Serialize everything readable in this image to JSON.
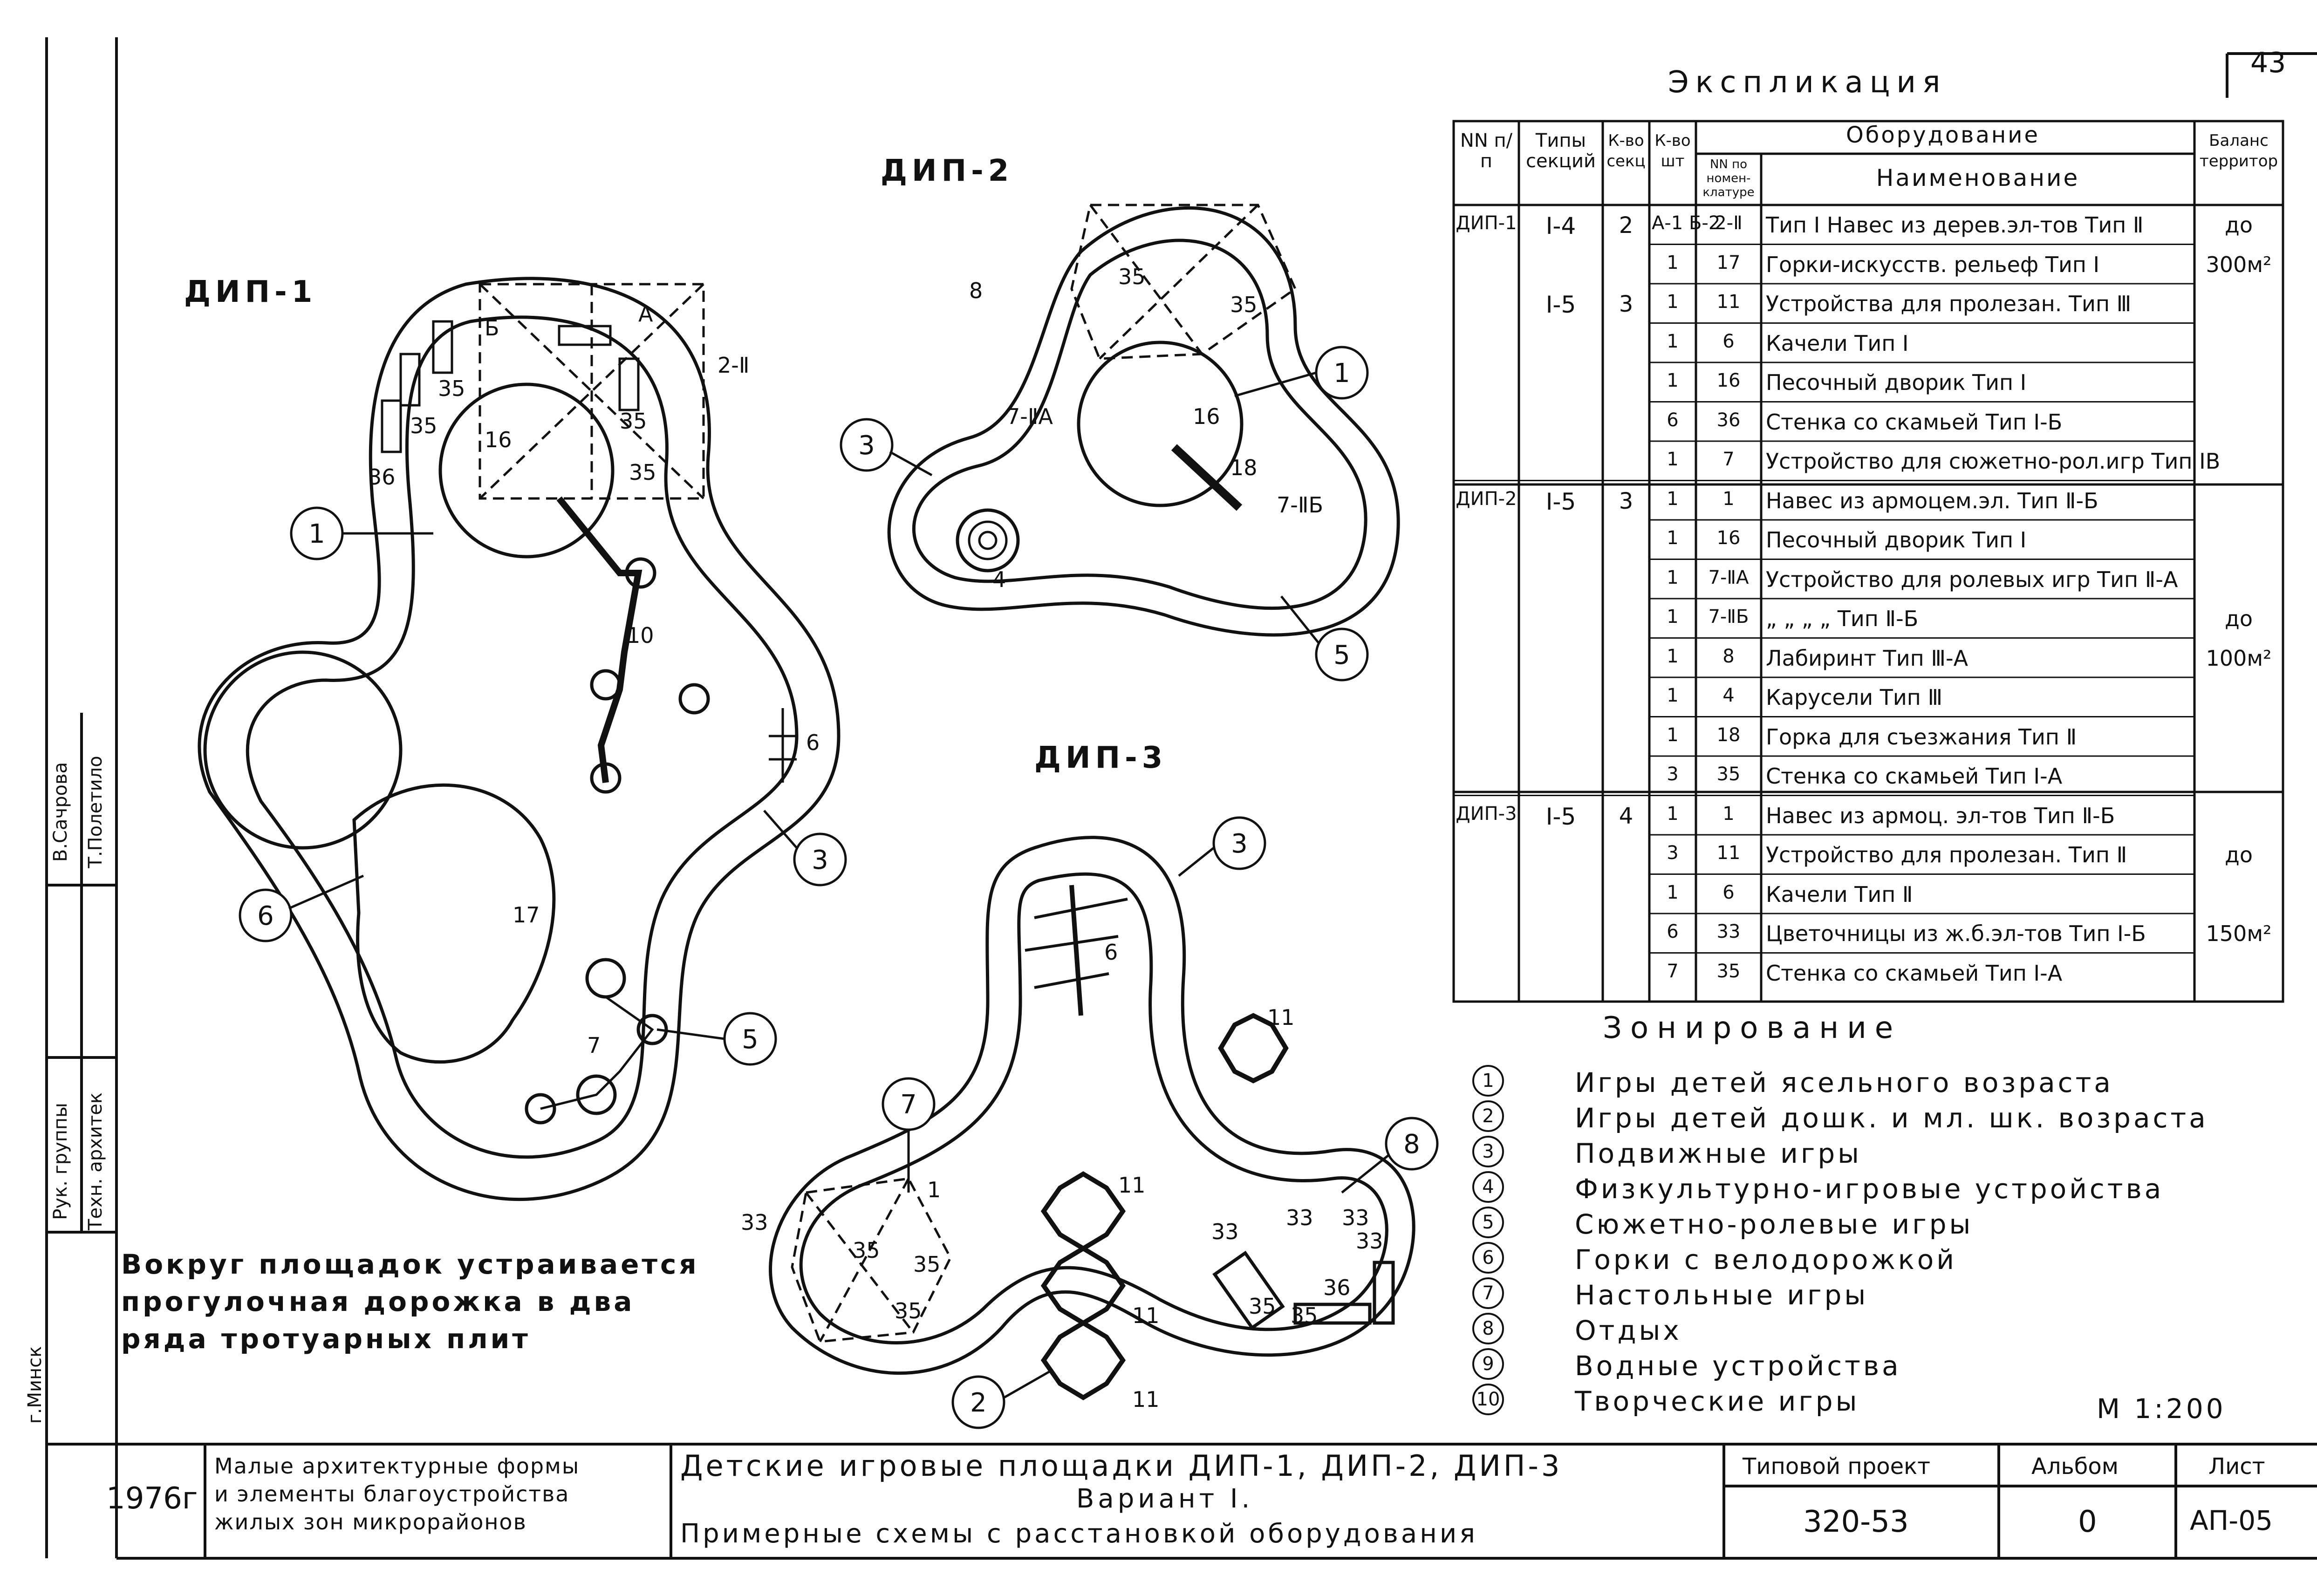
{
  "sheet": {
    "page_number": "43",
    "scale": "М 1:200",
    "note_lines": [
      "Вокруг площадок устраивается",
      "прогулочная дорожка в два",
      "ряда тротуарных плит"
    ],
    "city": "г.Минск"
  },
  "left_stamp": {
    "roles": [
      "Рук. группы",
      "Техн. архитек"
    ],
    "names": [
      "В.Сачрова",
      "Т.Полетило"
    ]
  },
  "plans": {
    "dip1": {
      "title": "ДИП-1",
      "labels": [
        "16",
        "35",
        "35",
        "36",
        "35",
        "35",
        "10",
        "6",
        "7",
        "17",
        "А",
        "Б",
        "2-Ⅱ"
      ],
      "callouts": [
        "1",
        "6",
        "3",
        "5"
      ]
    },
    "dip2": {
      "title": "ДИП-2",
      "labels": [
        "35",
        "35",
        "16",
        "8",
        "7-ⅡА",
        "7-ⅡБ",
        "4",
        "18"
      ],
      "callouts": [
        "1",
        "3",
        "5"
      ]
    },
    "dip3": {
      "title": "ДИП-3",
      "labels": [
        "6",
        "11",
        "11",
        "11",
        "11",
        "33",
        "33",
        "33",
        "33",
        "35",
        "35",
        "36",
        "35",
        "35",
        "33",
        "35",
        "1"
      ],
      "callouts": [
        "3",
        "7",
        "8",
        "2"
      ]
    }
  },
  "explication": {
    "title": "Экспликация",
    "headers": {
      "num": "NN п/п",
      "types": "Типы секций",
      "sections": "К-во секц",
      "qty": "К-во шт",
      "equipment": "Оборудование",
      "nomencl": "NN по номен-клатуре",
      "name": "Наименование",
      "balance": "Баланс территор"
    },
    "rows": [
      {
        "dip": "ДИП-1",
        "type": "I-4",
        "sec": "2",
        "qty": "А-1 Б-2",
        "no": "2-Ⅱ",
        "name": "Тип I Навес из дерев.эл-тов Тип Ⅱ",
        "bal": "до"
      },
      {
        "dip": "",
        "type": "",
        "sec": "",
        "qty": "1",
        "no": "17",
        "name": "Горки-искусств. рельеф Тип I",
        "bal": "300м²"
      },
      {
        "dip": "",
        "type": "I-5",
        "sec": "3",
        "qty": "1",
        "no": "11",
        "name": "Устройства для пролезан. Тип Ⅲ",
        "bal": ""
      },
      {
        "dip": "",
        "type": "",
        "sec": "",
        "qty": "1",
        "no": "6",
        "name": "Качели Тип I",
        "bal": ""
      },
      {
        "dip": "",
        "type": "",
        "sec": "",
        "qty": "1",
        "no": "16",
        "name": "Песочный дворик Тип I",
        "bal": ""
      },
      {
        "dip": "",
        "type": "",
        "sec": "",
        "qty": "6",
        "no": "36",
        "name": "Стенка со скамьей Тип I-Б",
        "bal": ""
      },
      {
        "dip": "",
        "type": "",
        "sec": "",
        "qty": "1",
        "no": "7",
        "name": "Устройство для сюжетно-рол.игр Тип ⅠВ",
        "bal": ""
      },
      {
        "dip": "ДИП-2",
        "type": "I-5",
        "sec": "3",
        "qty": "1",
        "no": "1",
        "name": "Навес из армоцем.эл. Тип Ⅱ-Б",
        "bal": ""
      },
      {
        "dip": "",
        "type": "",
        "sec": "",
        "qty": "1",
        "no": "16",
        "name": "Песочный дворик Тип I",
        "bal": ""
      },
      {
        "dip": "",
        "type": "",
        "sec": "",
        "qty": "1",
        "no": "7-ⅡА",
        "name": "Устройство для ролевых игр Тип Ⅱ-А",
        "bal": ""
      },
      {
        "dip": "",
        "type": "",
        "sec": "",
        "qty": "1",
        "no": "7-ⅡБ",
        "name": "„ „ „ „ Тип Ⅱ-Б",
        "bal": "до"
      },
      {
        "dip": "",
        "type": "",
        "sec": "",
        "qty": "1",
        "no": "8",
        "name": "Лабиринт Тип Ⅲ-А",
        "bal": "100м²"
      },
      {
        "dip": "",
        "type": "",
        "sec": "",
        "qty": "1",
        "no": "4",
        "name": "Карусели Тип Ⅲ",
        "bal": ""
      },
      {
        "dip": "",
        "type": "",
        "sec": "",
        "qty": "1",
        "no": "18",
        "name": "Горка для съезжания Тип Ⅱ",
        "bal": ""
      },
      {
        "dip": "",
        "type": "",
        "sec": "",
        "qty": "3",
        "no": "35",
        "name": "Стенка со скамьей Тип I-А",
        "bal": ""
      },
      {
        "dip": "ДИП-3",
        "type": "I-5",
        "sec": "4",
        "qty": "1",
        "no": "1",
        "name": "Навес из армоц. эл-тов Тип Ⅱ-Б",
        "bal": ""
      },
      {
        "dip": "",
        "type": "",
        "sec": "",
        "qty": "3",
        "no": "11",
        "name": "Устройство для пролезан. Тип Ⅱ",
        "bal": "до"
      },
      {
        "dip": "",
        "type": "",
        "sec": "",
        "qty": "1",
        "no": "6",
        "name": "Качели Тип Ⅱ",
        "bal": ""
      },
      {
        "dip": "",
        "type": "",
        "sec": "",
        "qty": "6",
        "no": "33",
        "name": "Цветочницы из ж.б.эл-тов Тип I-Б",
        "bal": "150м²"
      },
      {
        "dip": "",
        "type": "",
        "sec": "",
        "qty": "7",
        "no": "35",
        "name": "Стенка со скамьей Тип I-А",
        "bal": ""
      }
    ]
  },
  "zoning": {
    "title": "Зонирование",
    "items": [
      {
        "num": "1",
        "text": "Игры детей ясельного возраста"
      },
      {
        "num": "2",
        "text": "Игры детей дошк. и мл. шк. возраста"
      },
      {
        "num": "3",
        "text": "Подвижные игры"
      },
      {
        "num": "4",
        "text": "Физкультурно-игровые устройства"
      },
      {
        "num": "5",
        "text": "Сюжетно-ролевые игры"
      },
      {
        "num": "6",
        "text": "Горки с велодорожкой"
      },
      {
        "num": "7",
        "text": "Настольные игры"
      },
      {
        "num": "8",
        "text": "Отдых"
      },
      {
        "num": "9",
        "text": "Водные устройства"
      },
      {
        "num": "10",
        "text": "Творческие игры"
      }
    ]
  },
  "title_block": {
    "year": "1976г",
    "org_lines": [
      "Малые архитектурные формы",
      "и элементы благоустройства",
      "жилых зон микрорайонов"
    ],
    "title_lines": [
      "Детские игровые площадки ДИП-1, ДИП-2, ДИП-3",
      "Вариант I.",
      "Примерные схемы с расстановкой оборудования"
    ],
    "project_label": "Типовой проект",
    "project_value": "320-53",
    "album_label": "Альбом",
    "album_value": "0",
    "sheet_label": "Лист",
    "sheet_value": "АП-05"
  }
}
